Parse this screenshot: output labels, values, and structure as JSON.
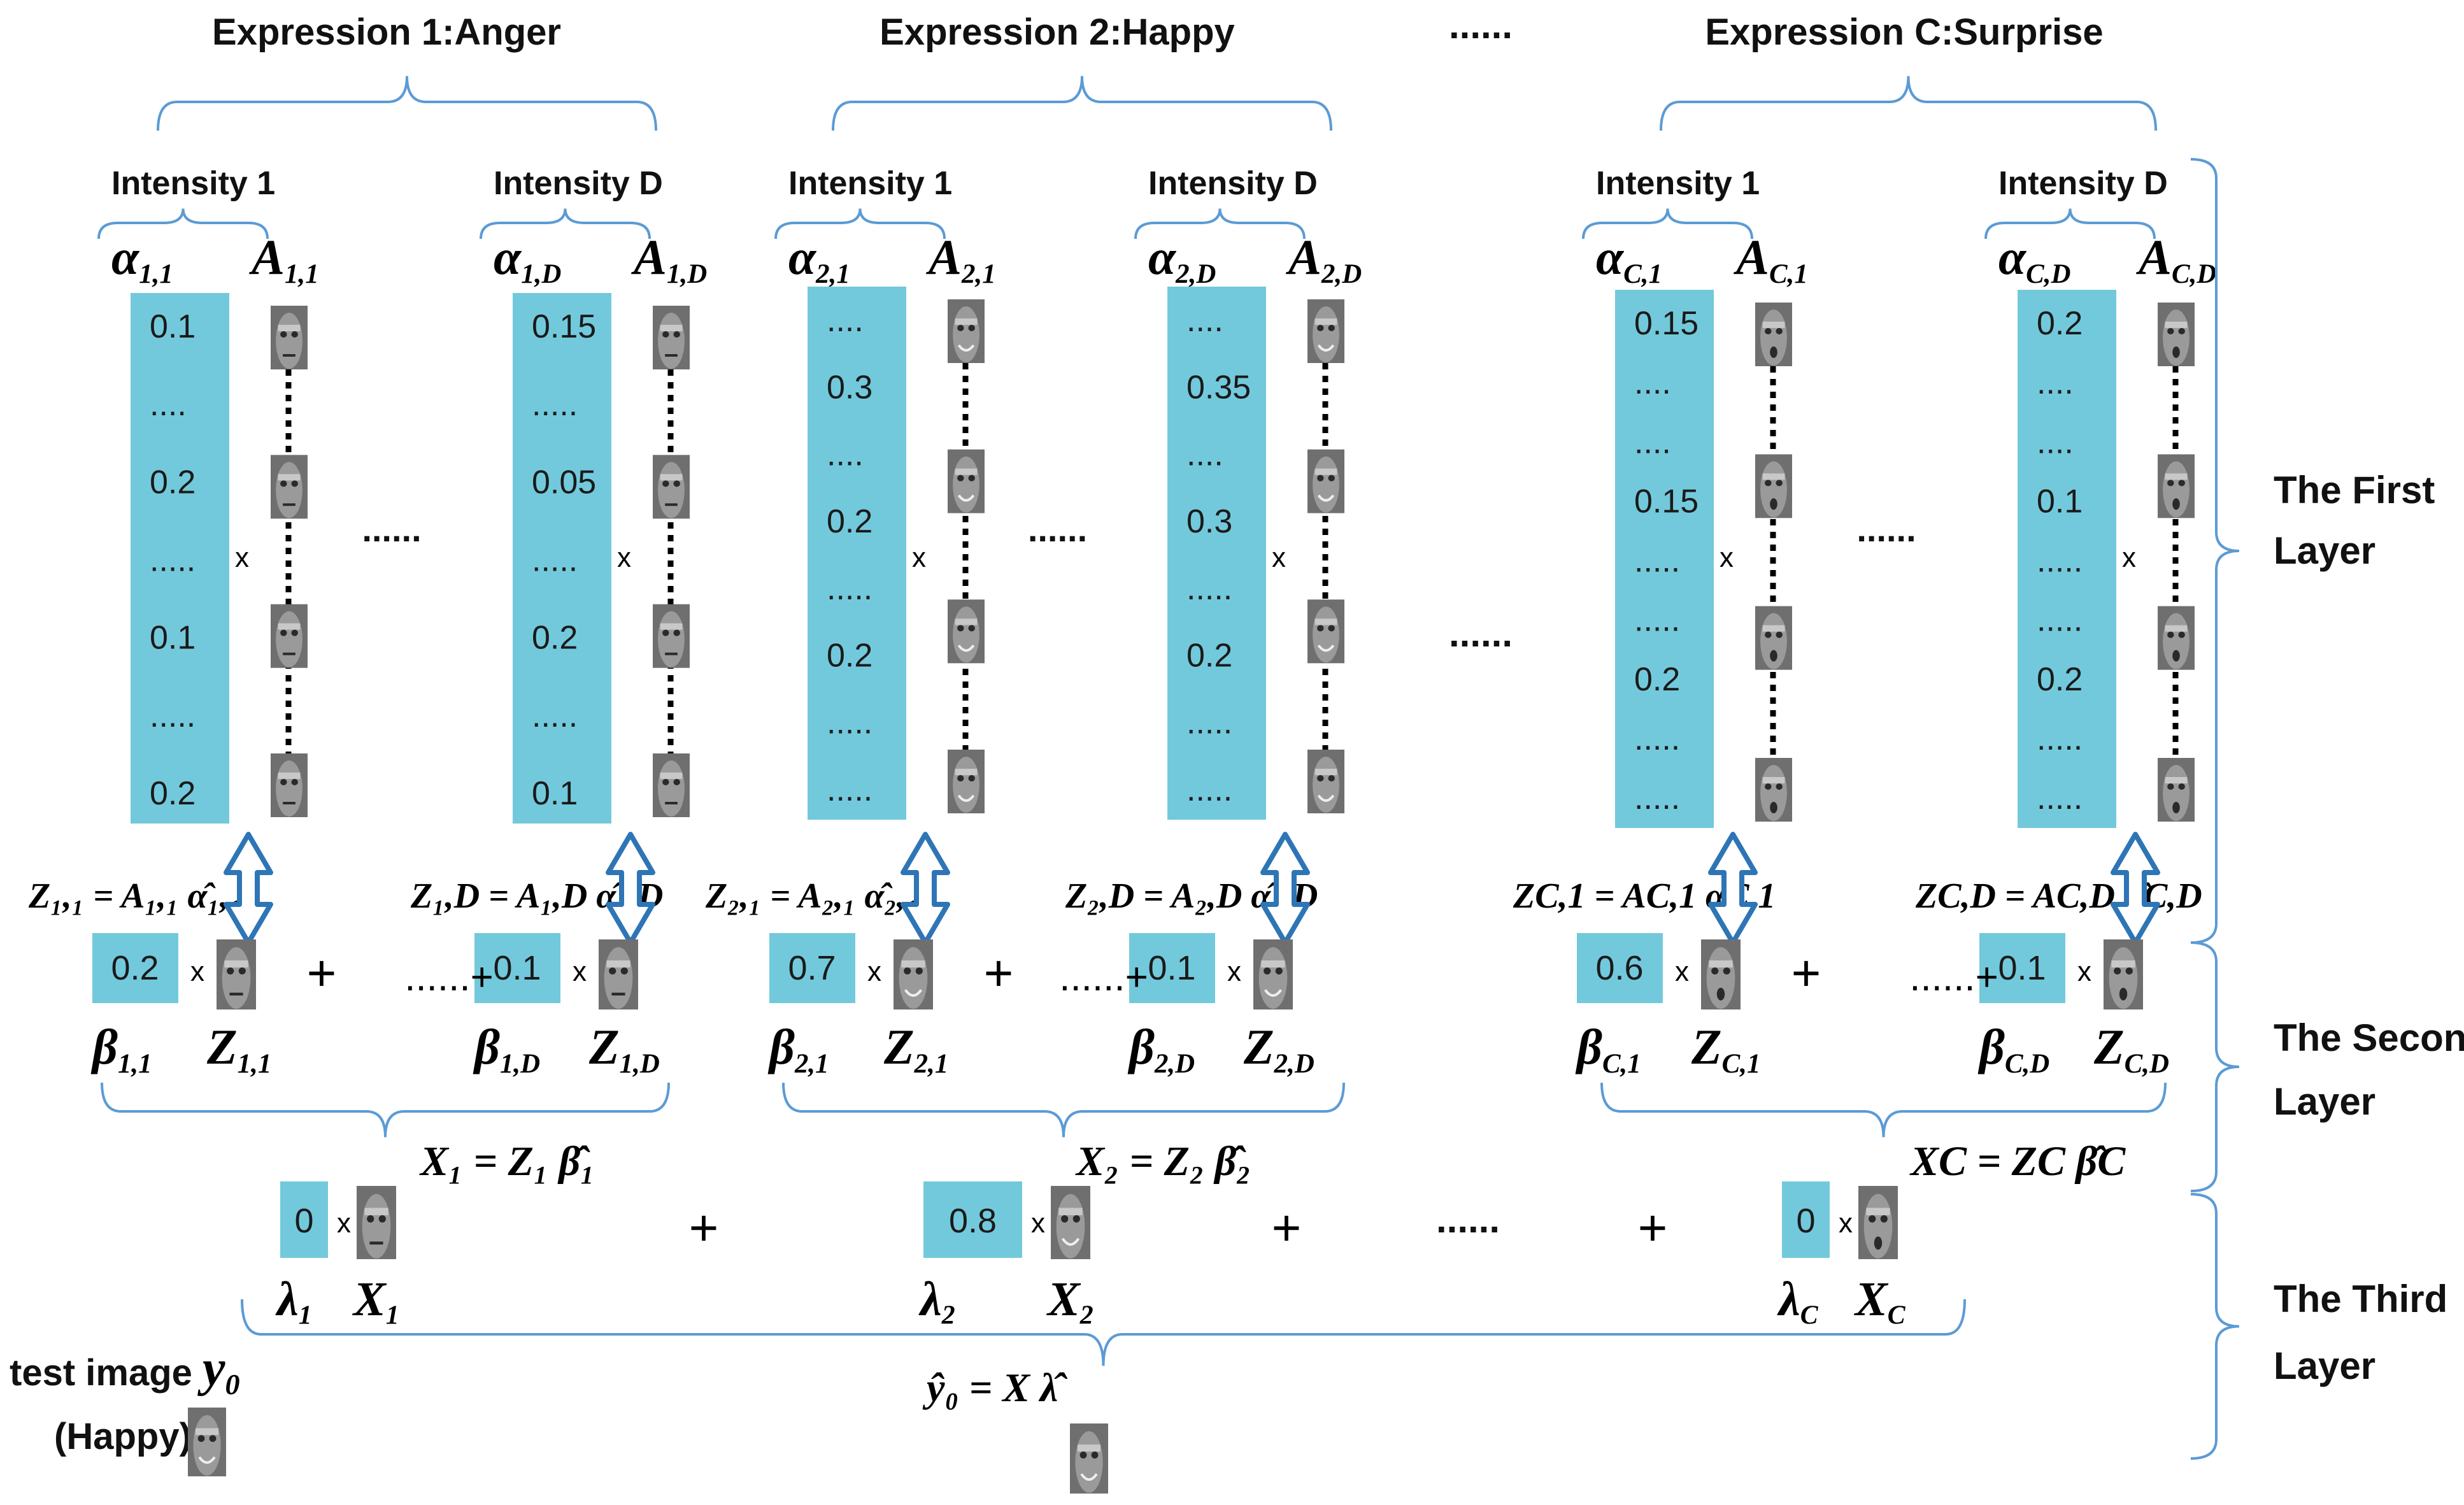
{
  "expressions": [
    {
      "title": "Expression 1:Anger",
      "intensities": [
        {
          "header": "Intensity 1",
          "alpha": "α",
          "alpha_sub": "1,1",
          "A": "A",
          "A_sub": "1,1",
          "values": [
            "0.1",
            "....",
            "0.2",
            ".....",
            "0.1",
            ".....",
            "0.2"
          ],
          "z_eq": "Z₁,₁ = A₁,₁ α̂₁,₁",
          "beta": "0.2",
          "beta_sym": "β",
          "beta_sub": "1,1",
          "z_sym": "Z",
          "z_sub": "1,1"
        },
        {
          "header": "Intensity  D",
          "alpha": "α",
          "alpha_sub": "1,D",
          "A": "A",
          "A_sub": "1,D",
          "values": [
            "0.15",
            ".....",
            "0.05",
            ".....",
            "0.2",
            ".....",
            "0.1"
          ],
          "z_eq": "Z₁,D = A₁,D α̂₁,D",
          "beta": "0.1",
          "beta_sym": "β",
          "beta_sub": "1,D",
          "z_sym": "Z",
          "z_sub": "1,D"
        }
      ],
      "x_eq": "X₁ = Z₁ β̂₁",
      "lambda_val": "0",
      "lambda_sym": "λ",
      "lambda_sub": "1",
      "x_sym": "X",
      "x_sub": "1"
    },
    {
      "title": "Expression 2:Happy",
      "intensities": [
        {
          "header": "Intensity  1",
          "alpha": "α",
          "alpha_sub": "2,1",
          "A": "A",
          "A_sub": "2,1",
          "values": [
            "....",
            "0.3",
            "....",
            "0.2",
            ".....",
            "0.2",
            ".....",
            "....."
          ],
          "z_eq": "Z₂,₁ = A₂,₁ α̂₂,₁",
          "beta": "0.7",
          "beta_sym": "β",
          "beta_sub": "2,1",
          "z_sym": "Z",
          "z_sub": "2,1"
        },
        {
          "header": "Intensity  D",
          "alpha": "α",
          "alpha_sub": "2,D",
          "A": "A",
          "A_sub": "2,D",
          "values": [
            "....",
            "0.35",
            "....",
            "0.3",
            ".....",
            "0.2",
            ".....",
            "....."
          ],
          "z_eq": "Z₂,D = A₂,D α̂₂,D",
          "beta": "0.1",
          "beta_sym": "β",
          "beta_sub": "2,D",
          "z_sym": "Z",
          "z_sub": "2,D"
        }
      ],
      "x_eq": "X₂ = Z₂ β̂₂",
      "lambda_val": "0.8",
      "lambda_sym": "λ",
      "lambda_sub": "2",
      "x_sym": "X",
      "x_sub": "2"
    },
    {
      "title": "Expression C:Surprise",
      "intensities": [
        {
          "header": "Intensity  1",
          "alpha": "α",
          "alpha_sub": "C,1",
          "A": "A",
          "A_sub": "C,1",
          "values": [
            "0.15",
            "....",
            "....",
            "0.15",
            ".....",
            ".....",
            "0.2",
            ".....",
            "....."
          ],
          "z_eq": "ZC,1 = AC,1 α̂C,1",
          "beta": "0.6",
          "beta_sym": "β",
          "beta_sub": "C,1",
          "z_sym": "Z",
          "z_sub": "C,1"
        },
        {
          "header": "Intensity  D",
          "alpha": "α",
          "alpha_sub": "C,D",
          "A": "A",
          "A_sub": "C,D",
          "values": [
            "0.2",
            "....",
            "....",
            "0.1",
            ".....",
            ".....",
            "0.2",
            ".....",
            "....."
          ],
          "z_eq": "ZC,D = AC,D α̂C,D",
          "beta": "0.1",
          "beta_sym": "β",
          "beta_sub": "C,D",
          "z_sym": "Z",
          "z_sub": "C,D"
        }
      ],
      "x_eq": "XC = ZC β̂C",
      "lambda_val": "0",
      "lambda_sym": "λ",
      "lambda_sub": "C",
      "x_sym": "X",
      "x_sub": "C"
    }
  ],
  "ellipsis": "......",
  "ops": {
    "times": "x",
    "plus": "+",
    "ellipsis_plus": "......+"
  },
  "layers": {
    "first": [
      "The First",
      "Layer"
    ],
    "second": [
      "The Second",
      "Layer"
    ],
    "third": [
      "The Third",
      "Layer"
    ]
  },
  "test_image": {
    "label": "test image",
    "symbol": "y",
    "symbol_sub": "0",
    "expression": "(Happy)"
  },
  "final_eq": "ŷ₀ = X λ̂",
  "colors": {
    "value_fill": "#73c9dc",
    "brace": "#5b9bd5",
    "arrow": "#2e75b6"
  }
}
